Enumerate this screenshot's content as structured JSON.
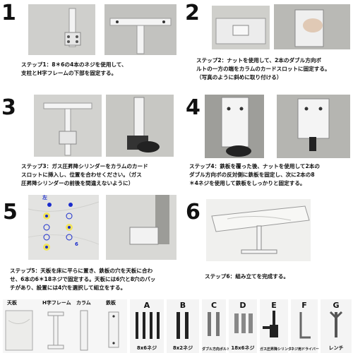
{
  "steps": [
    {
      "num": "1",
      "text": "ステップ1：8＊6の4本のネジを使用して、\n支柱とH字フレームの下部を固定する。"
    },
    {
      "num": "2",
      "text": "ステップ2：ナットを使用して、2本のダブル方向ボ\nルトの一方の端をカラムのカードスロットに固定する。\n（写真のように斜めに取り付ける）"
    },
    {
      "num": "3",
      "text": "ステップ3：ガス圧昇降シリンダーをカラムのカード\nスロットに挿入し、位置を合わせください。（ガス\n圧昇降シリンダーの前後を間違えないように）"
    },
    {
      "num": "4",
      "text": "ステップ4：鉄板を覆った後、ナットを使用して2本の\nダブル方向ボの反対側に鉄板を固定し、次に2本の8\n＊4ネジを使用して鉄板をしっかりと固定する。"
    },
    {
      "num": "5",
      "text": "ステップ5：天板を床に平らに置き、鉄板の穴を天板に合わ\nせ、6本の6＊18ネジで固定する。天板には6穴と8穴のパッ\nチがあり、設置には4穴を選択して組立をする。"
    },
    {
      "num": "6",
      "text": "ステップ6：組み立てを完成する。"
    }
  ],
  "photo_labels": {
    "left": "左",
    "six": "6"
  },
  "components": [
    {
      "name": "天板"
    },
    {
      "name": "H字フレーム"
    },
    {
      "name": "カラム"
    },
    {
      "name": "鉄板"
    }
  ],
  "parts": [
    {
      "letter": "A",
      "name": "8x6ネジ"
    },
    {
      "letter": "B",
      "name": "8x2ネジ"
    },
    {
      "letter": "C",
      "name": "ダブル方向ボルト"
    },
    {
      "letter": "D",
      "name": "18x6ネジ"
    },
    {
      "letter": "E",
      "name": "ガス圧昇降シリンダー"
    },
    {
      "letter": "F",
      "name": "ネジ用ドライバー"
    },
    {
      "letter": "G",
      "name": "レンチ"
    }
  ]
}
